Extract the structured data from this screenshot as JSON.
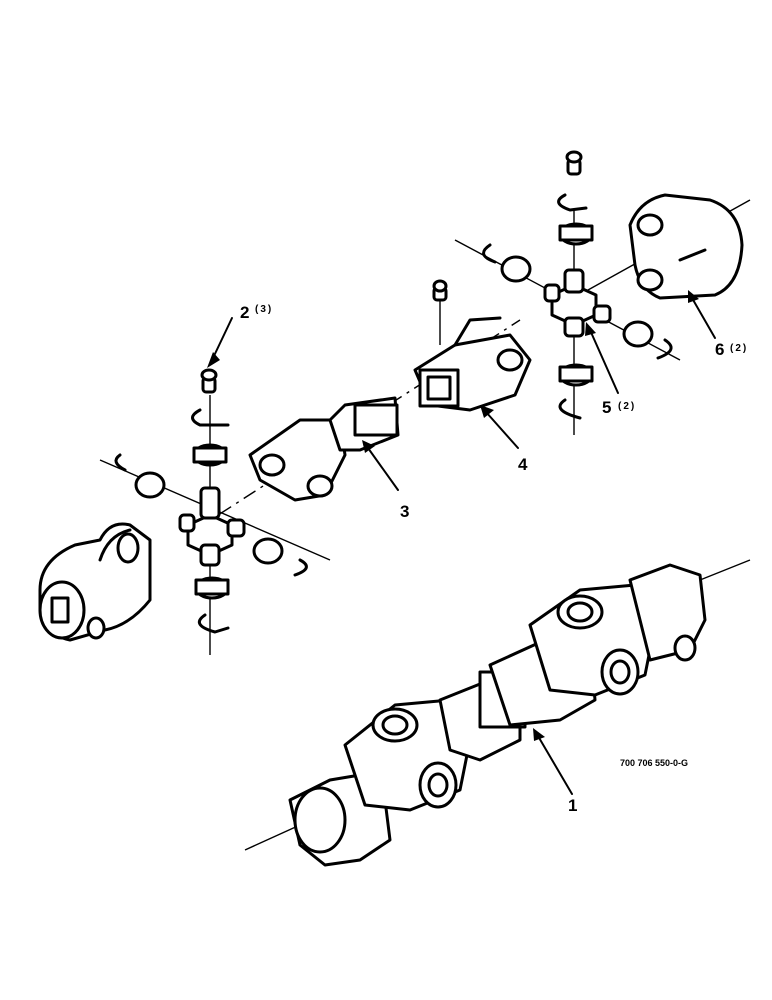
{
  "callouts": [
    {
      "id": "1",
      "qty": ""
    },
    {
      "id": "2",
      "qty": "(3)"
    },
    {
      "id": "3",
      "qty": ""
    },
    {
      "id": "4",
      "qty": ""
    },
    {
      "id": "5",
      "qty": "(2)"
    },
    {
      "id": "6",
      "qty": "(2)"
    }
  ],
  "figure_ref": "700 706 550-0-G"
}
